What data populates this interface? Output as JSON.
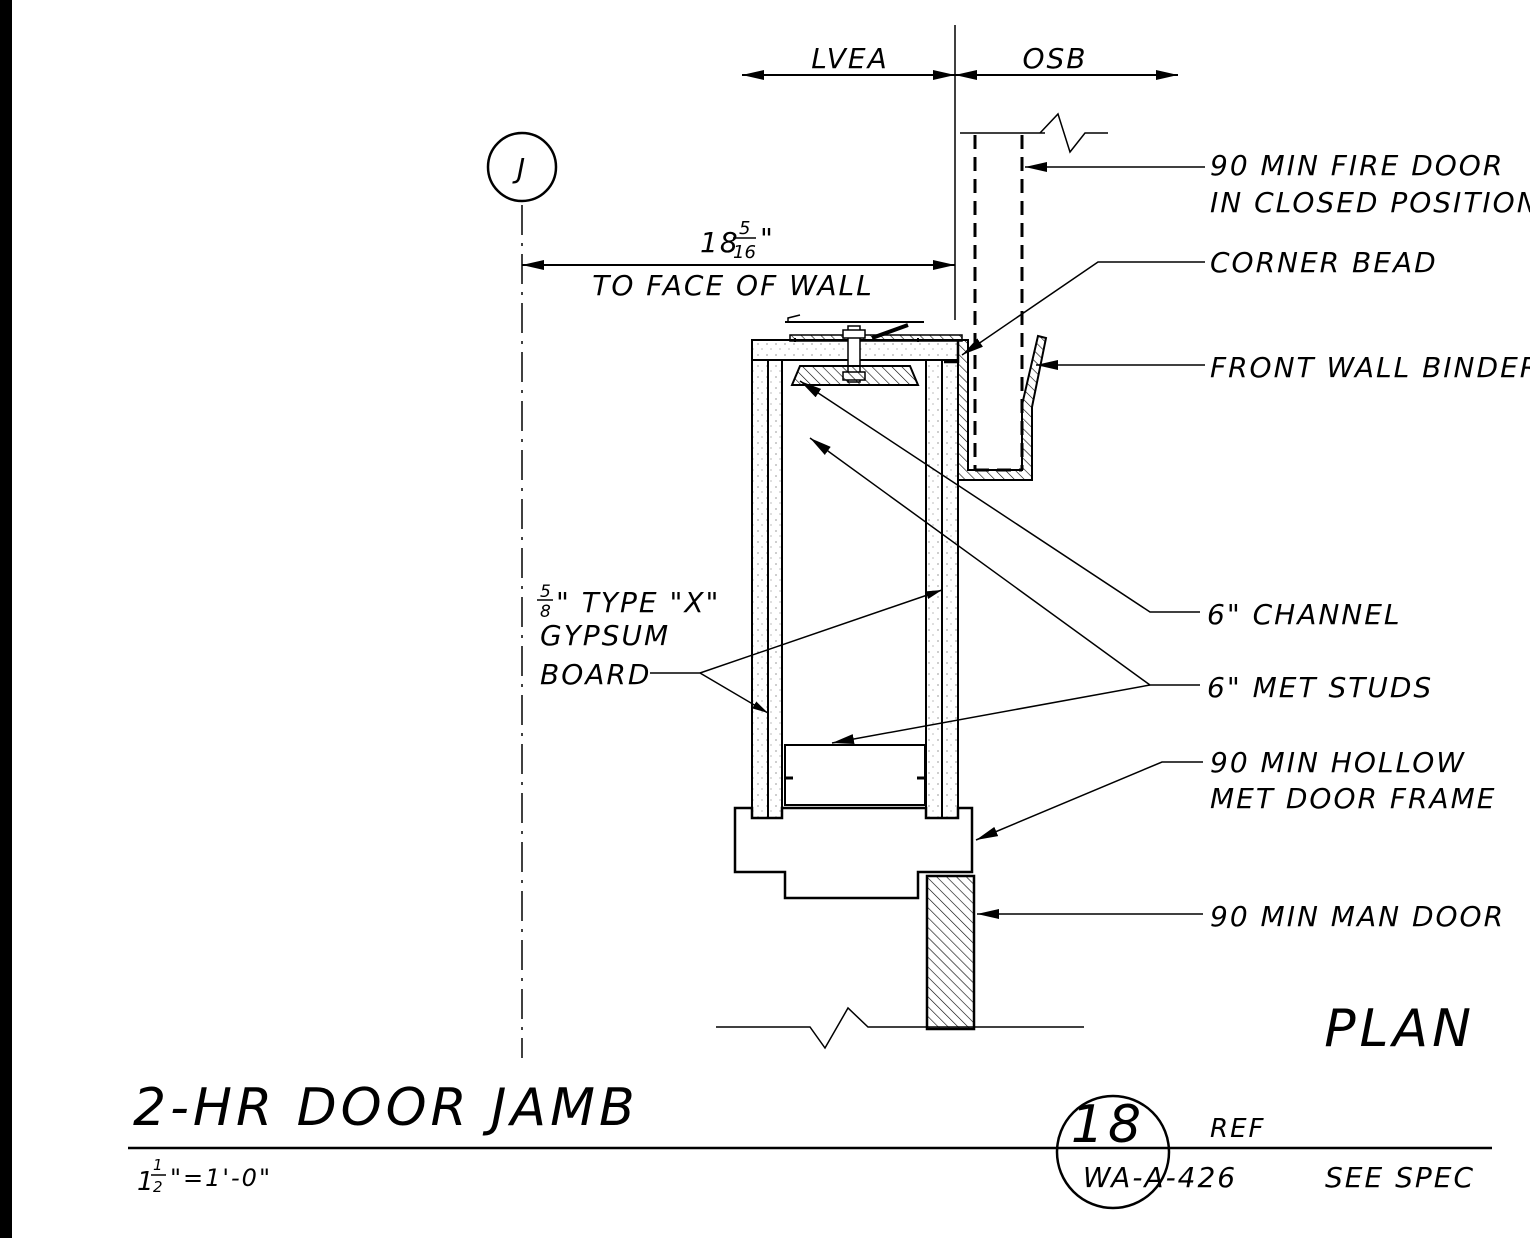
{
  "title": "2-HR DOOR JAMB",
  "scale": "1½\"=1'-0\"",
  "view_label": "PLAN",
  "grid_bubble": "J",
  "dimensions": {
    "lvea": "LVEA",
    "osb": "OSB",
    "distance_value": "18 5/16\"",
    "distance_whole": "18",
    "distance_num": "5",
    "distance_den": "16",
    "distance_inch": "\"",
    "distance_note": "TO FACE OF WALL"
  },
  "callouts": {
    "fire_door_line1": "90 MIN FIRE DOOR",
    "fire_door_line2": "IN CLOSED POSITION",
    "corner_bead": "CORNER BEAD",
    "front_wall_binder": "FRONT WALL BINDER",
    "channel": "6\" CHANNEL",
    "met_studs": "6\" MET STUDS",
    "door_frame_line1": "90 MIN HOLLOW",
    "door_frame_line2": "MET DOOR FRAME",
    "man_door": "90 MIN MAN DOOR",
    "gypsum_line1": "5/8\" TYPE \"X\"",
    "gypsum_num": "5",
    "gypsum_den": "8",
    "gypsum_rest": "\" TYPE \"X\"",
    "gypsum_line2": "GYPSUM",
    "gypsum_line3": "BOARD"
  },
  "reference": {
    "detail_number": "18",
    "sheet": "WA-A-426",
    "ref_label": "REF",
    "spec_note": "SEE SPEC"
  },
  "colors": {
    "line": "#000000",
    "background": "#ffffff"
  }
}
